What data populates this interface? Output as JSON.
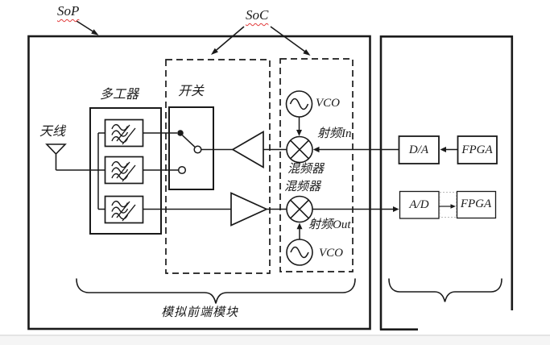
{
  "diagram": {
    "annotations": {
      "sop": "SoP",
      "soc": "SoC"
    },
    "labels": {
      "antenna": "天线",
      "multiplexer": "多工器",
      "switch": "开关",
      "vco_top": "VCO",
      "vco_bottom": "VCO",
      "rf_in": "射频In",
      "rf_out": "射频Out",
      "mixer_top": "混频器",
      "mixer_bottom": "混频器",
      "analog_frontend": "模拟前端模块"
    },
    "blocks": {
      "da": "D/A",
      "fpga_top": "FPGA",
      "ad": "A/D",
      "fpga_bottom": "FPGA"
    },
    "colors": {
      "line": "#1a1a1a",
      "spellcheck_underline": "#e23b3b",
      "divider": "#e4e4e4",
      "below_divider_bg": "#f5f5f5"
    }
  }
}
